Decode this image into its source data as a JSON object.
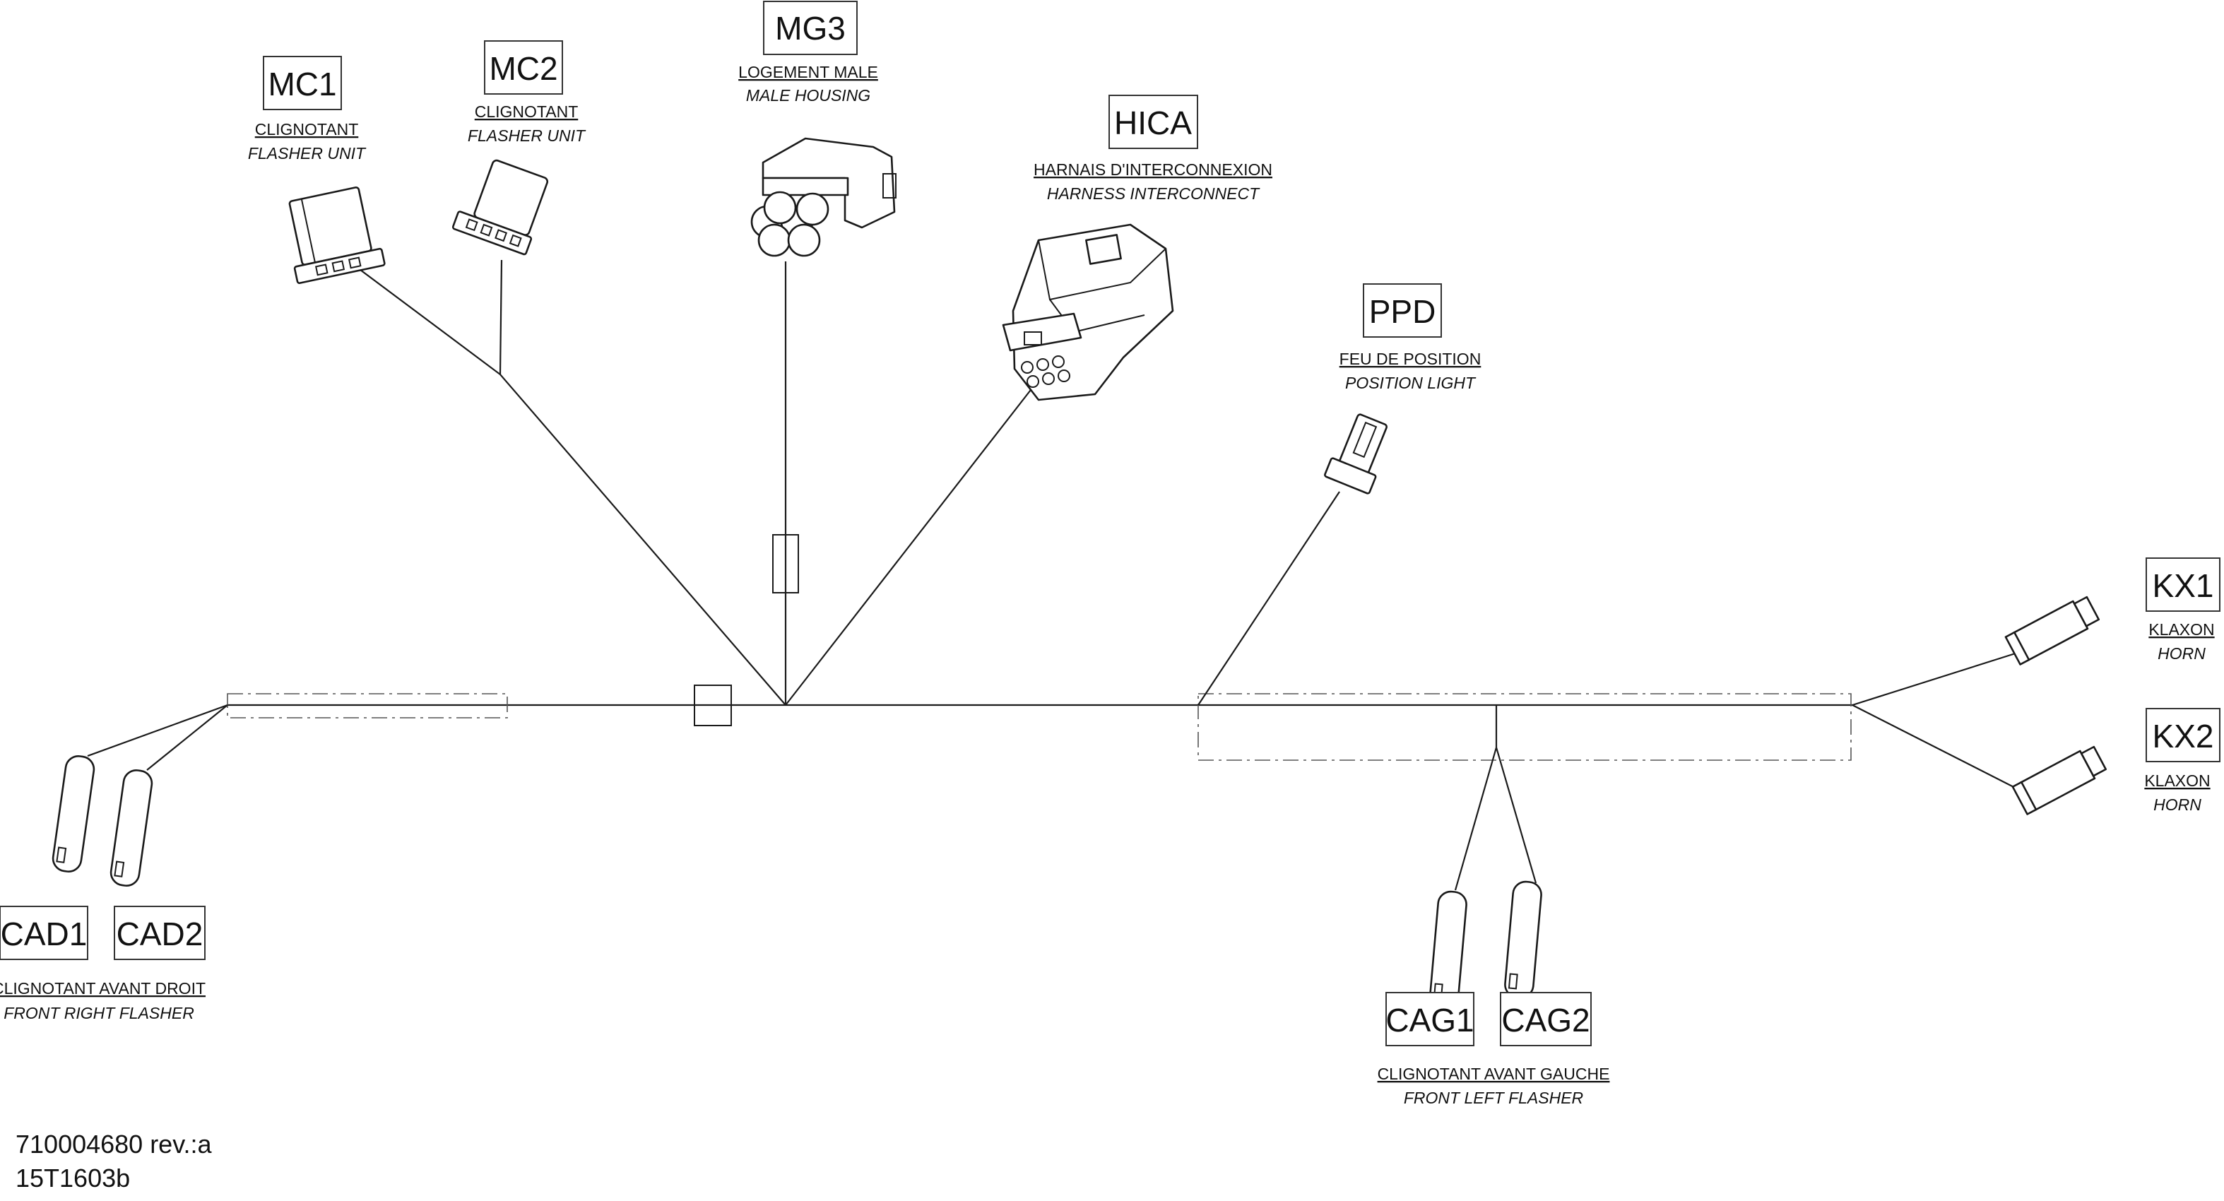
{
  "labels": {
    "mc1": {
      "code": "MC1",
      "fr": "CLIGNOTANT",
      "en": "FLASHER UNIT"
    },
    "mc2": {
      "code": "MC2",
      "fr": "CLIGNOTANT",
      "en": "FLASHER UNIT"
    },
    "mg3": {
      "code": "MG3",
      "fr": "LOGEMENT MALE",
      "en": "MALE HOUSING"
    },
    "hica": {
      "code": "HICA",
      "fr": "HARNAIS D'INTERCONNEXION",
      "en": "HARNESS INTERCONNECT"
    },
    "ppd": {
      "code": "PPD",
      "fr": "FEU DE POSITION",
      "en": "POSITION LIGHT"
    },
    "kx1": {
      "code": "KX1",
      "fr": "KLAXON",
      "en": "HORN"
    },
    "kx2": {
      "code": "KX2",
      "fr": "KLAXON",
      "en": "HORN"
    },
    "cad1": {
      "code": "CAD1"
    },
    "cad2": {
      "code": "CAD2"
    },
    "cad": {
      "fr": "CLIGNOTANT AVANT DROIT",
      "en": "FRONT RIGHT FLASHER"
    },
    "cag1": {
      "code": "CAG1"
    },
    "cag2": {
      "code": "CAG2"
    },
    "cag": {
      "fr": "CLIGNOTANT AVANT GAUCHE",
      "en": "FRONT LEFT FLASHER"
    }
  },
  "document": {
    "part_number": "710004680 rev.:a",
    "drawing_number": "15T1603b"
  }
}
